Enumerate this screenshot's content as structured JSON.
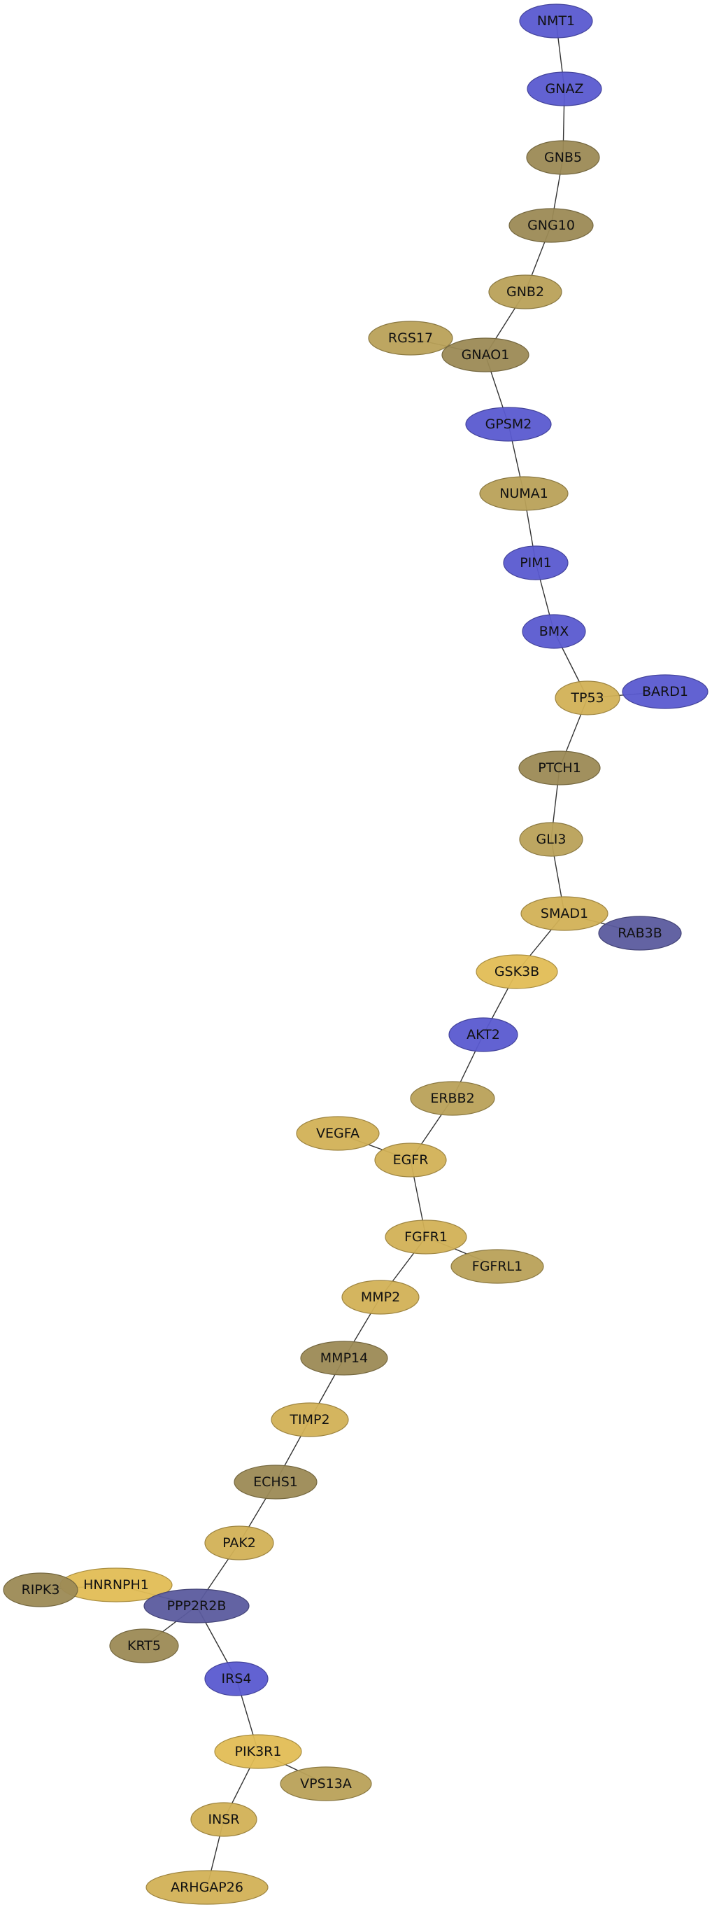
{
  "colors": {
    "blue": "#5a5ad0",
    "dark_blue": "#5b5b9e",
    "olive": "#9c8a55",
    "tan": "#b9a158",
    "gold": "#d2b156",
    "yellow": "#e2bd55",
    "edge": "#333333"
  },
  "nodes": [
    {
      "id": "NMT1",
      "label": "NMT1",
      "color": "blue"
    },
    {
      "id": "GNAZ",
      "label": "GNAZ",
      "color": "blue"
    },
    {
      "id": "GNB5",
      "label": "GNB5",
      "color": "olive"
    },
    {
      "id": "GNG10",
      "label": "GNG10",
      "color": "olive"
    },
    {
      "id": "GNB2",
      "label": "GNB2",
      "color": "tan"
    },
    {
      "id": "RGS17",
      "label": "RGS17",
      "color": "tan"
    },
    {
      "id": "GNAO1",
      "label": "GNAO1",
      "color": "olive"
    },
    {
      "id": "GPSM2",
      "label": "GPSM2",
      "color": "blue"
    },
    {
      "id": "NUMA1",
      "label": "NUMA1",
      "color": "tan"
    },
    {
      "id": "PIM1",
      "label": "PIM1",
      "color": "blue"
    },
    {
      "id": "BMX",
      "label": "BMX",
      "color": "blue"
    },
    {
      "id": "TP53",
      "label": "TP53",
      "color": "gold"
    },
    {
      "id": "BARD1",
      "label": "BARD1",
      "color": "blue"
    },
    {
      "id": "PTCH1",
      "label": "PTCH1",
      "color": "olive"
    },
    {
      "id": "GLI3",
      "label": "GLI3",
      "color": "tan"
    },
    {
      "id": "SMAD1",
      "label": "SMAD1",
      "color": "gold"
    },
    {
      "id": "RAB3B",
      "label": "RAB3B",
      "color": "dark_blue"
    },
    {
      "id": "GSK3B",
      "label": "GSK3B",
      "color": "yellow"
    },
    {
      "id": "AKT2",
      "label": "AKT2",
      "color": "blue"
    },
    {
      "id": "ERBB2",
      "label": "ERBB2",
      "color": "tan"
    },
    {
      "id": "VEGFA",
      "label": "VEGFA",
      "color": "gold"
    },
    {
      "id": "EGFR",
      "label": "EGFR",
      "color": "gold"
    },
    {
      "id": "FGFR1",
      "label": "FGFR1",
      "color": "gold"
    },
    {
      "id": "FGFRL1",
      "label": "FGFRL1",
      "color": "tan"
    },
    {
      "id": "MMP2",
      "label": "MMP2",
      "color": "gold"
    },
    {
      "id": "MMP14",
      "label": "MMP14",
      "color": "olive"
    },
    {
      "id": "TIMP2",
      "label": "TIMP2",
      "color": "gold"
    },
    {
      "id": "ECHS1",
      "label": "ECHS1",
      "color": "olive"
    },
    {
      "id": "PAK2",
      "label": "PAK2",
      "color": "gold"
    },
    {
      "id": "HNRNPH1",
      "label": "HNRNPH1",
      "color": "yellow"
    },
    {
      "id": "RIPK3",
      "label": "RIPK3",
      "color": "olive"
    },
    {
      "id": "PPP2R2B",
      "label": "PPP2R2B",
      "color": "dark_blue"
    },
    {
      "id": "KRT5",
      "label": "KRT5",
      "color": "olive"
    },
    {
      "id": "IRS4",
      "label": "IRS4",
      "color": "blue"
    },
    {
      "id": "PIK3R1",
      "label": "PIK3R1",
      "color": "yellow"
    },
    {
      "id": "VPS13A",
      "label": "VPS13A",
      "color": "tan"
    },
    {
      "id": "INSR",
      "label": "INSR",
      "color": "gold"
    },
    {
      "id": "ARHGAP26",
      "label": "ARHGAP26",
      "color": "gold"
    }
  ],
  "edges": [
    [
      "NMT1",
      "GNAZ"
    ],
    [
      "GNAZ",
      "GNB5"
    ],
    [
      "GNB5",
      "GNG10"
    ],
    [
      "GNG10",
      "GNB2"
    ],
    [
      "GNB2",
      "GNAO1"
    ],
    [
      "RGS17",
      "GNAO1"
    ],
    [
      "GNAO1",
      "GPSM2"
    ],
    [
      "GPSM2",
      "NUMA1"
    ],
    [
      "NUMA1",
      "PIM1"
    ],
    [
      "PIM1",
      "BMX"
    ],
    [
      "BMX",
      "TP53"
    ],
    [
      "TP53",
      "BARD1"
    ],
    [
      "TP53",
      "PTCH1"
    ],
    [
      "PTCH1",
      "GLI3"
    ],
    [
      "GLI3",
      "SMAD1"
    ],
    [
      "SMAD1",
      "RAB3B"
    ],
    [
      "SMAD1",
      "GSK3B"
    ],
    [
      "GSK3B",
      "AKT2"
    ],
    [
      "AKT2",
      "ERBB2"
    ],
    [
      "ERBB2",
      "EGFR"
    ],
    [
      "VEGFA",
      "EGFR"
    ],
    [
      "EGFR",
      "FGFR1"
    ],
    [
      "FGFR1",
      "FGFRL1"
    ],
    [
      "FGFR1",
      "MMP2"
    ],
    [
      "MMP2",
      "MMP14"
    ],
    [
      "MMP14",
      "TIMP2"
    ],
    [
      "TIMP2",
      "ECHS1"
    ],
    [
      "ECHS1",
      "PAK2"
    ],
    [
      "PAK2",
      "PPP2R2B"
    ],
    [
      "HNRNPH1",
      "PPP2R2B"
    ],
    [
      "RIPK3",
      "HNRNPH1"
    ],
    [
      "PPP2R2B",
      "KRT5"
    ],
    [
      "PPP2R2B",
      "IRS4"
    ],
    [
      "IRS4",
      "PIK3R1"
    ],
    [
      "PIK3R1",
      "VPS13A"
    ],
    [
      "PIK3R1",
      "INSR"
    ],
    [
      "INSR",
      "ARHGAP26"
    ]
  ]
}
